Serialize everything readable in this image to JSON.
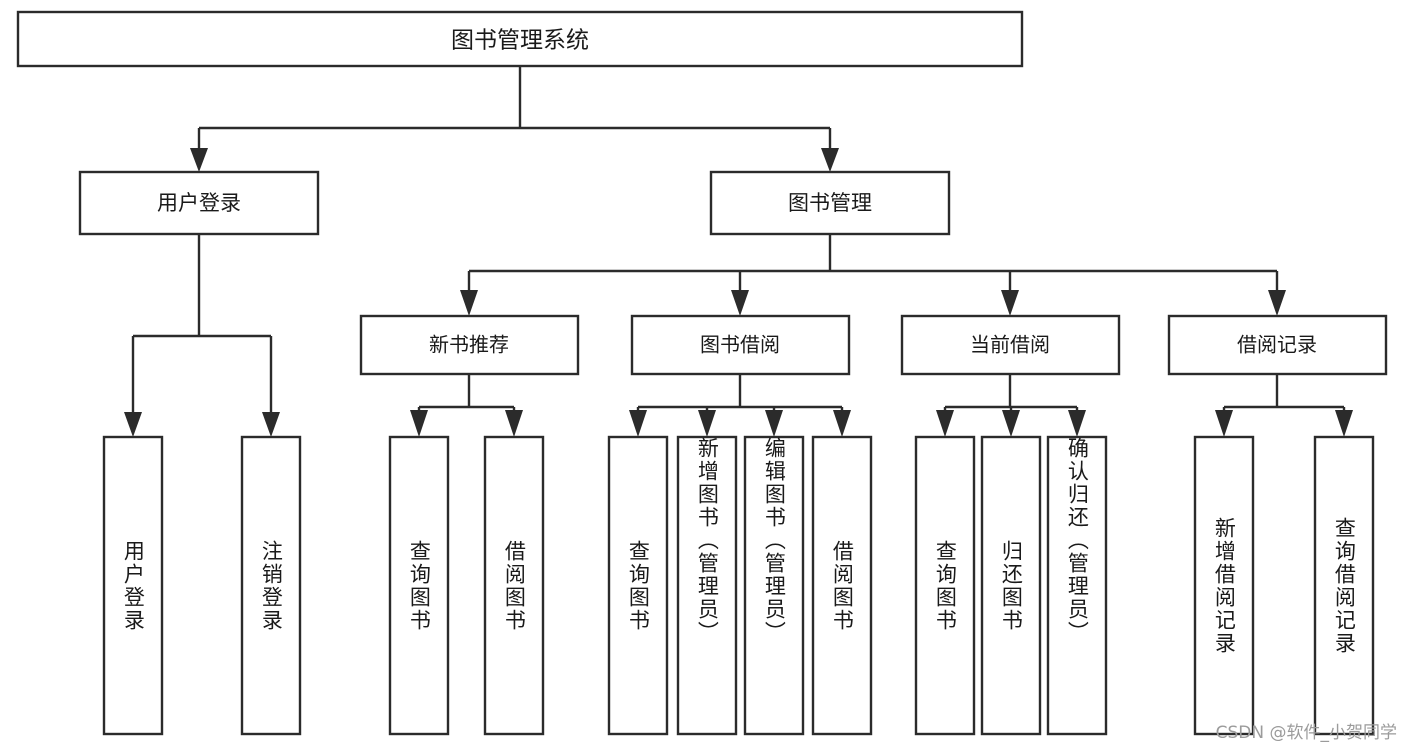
{
  "diagram": {
    "type": "tree",
    "title": "图书管理系统",
    "watermark": "CSDN @软件_小贺同学",
    "colors": {
      "stroke": "#2b2b2b",
      "fill": "#ffffff",
      "text": "#1a1a1a",
      "watermark": "#9b9b9b"
    },
    "root": {
      "label": "图书管理系统"
    },
    "level1": [
      {
        "label": "用户登录"
      },
      {
        "label": "图书管理"
      }
    ],
    "level2": [
      {
        "label": "新书推荐"
      },
      {
        "label": "图书借阅"
      },
      {
        "label": "当前借阅"
      },
      {
        "label": "借阅记录"
      }
    ],
    "leaves": {
      "user_login": [
        {
          "label": "用户登录"
        },
        {
          "label": "注销登录"
        }
      ],
      "new_book": [
        {
          "label": "查询图书"
        },
        {
          "label": "借阅图书"
        }
      ],
      "book_borrow": [
        {
          "label": "查询图书"
        },
        {
          "label": "新增图书（管理员）"
        },
        {
          "label": "编辑图书（管理员）"
        },
        {
          "label": "借阅图书"
        }
      ],
      "current_borrow": [
        {
          "label": "查询图书"
        },
        {
          "label": "归还图书"
        },
        {
          "label": "确认归还（管理员）"
        }
      ],
      "borrow_record": [
        {
          "label": "新增借阅记录"
        },
        {
          "label": "查询借阅记录"
        }
      ]
    }
  }
}
